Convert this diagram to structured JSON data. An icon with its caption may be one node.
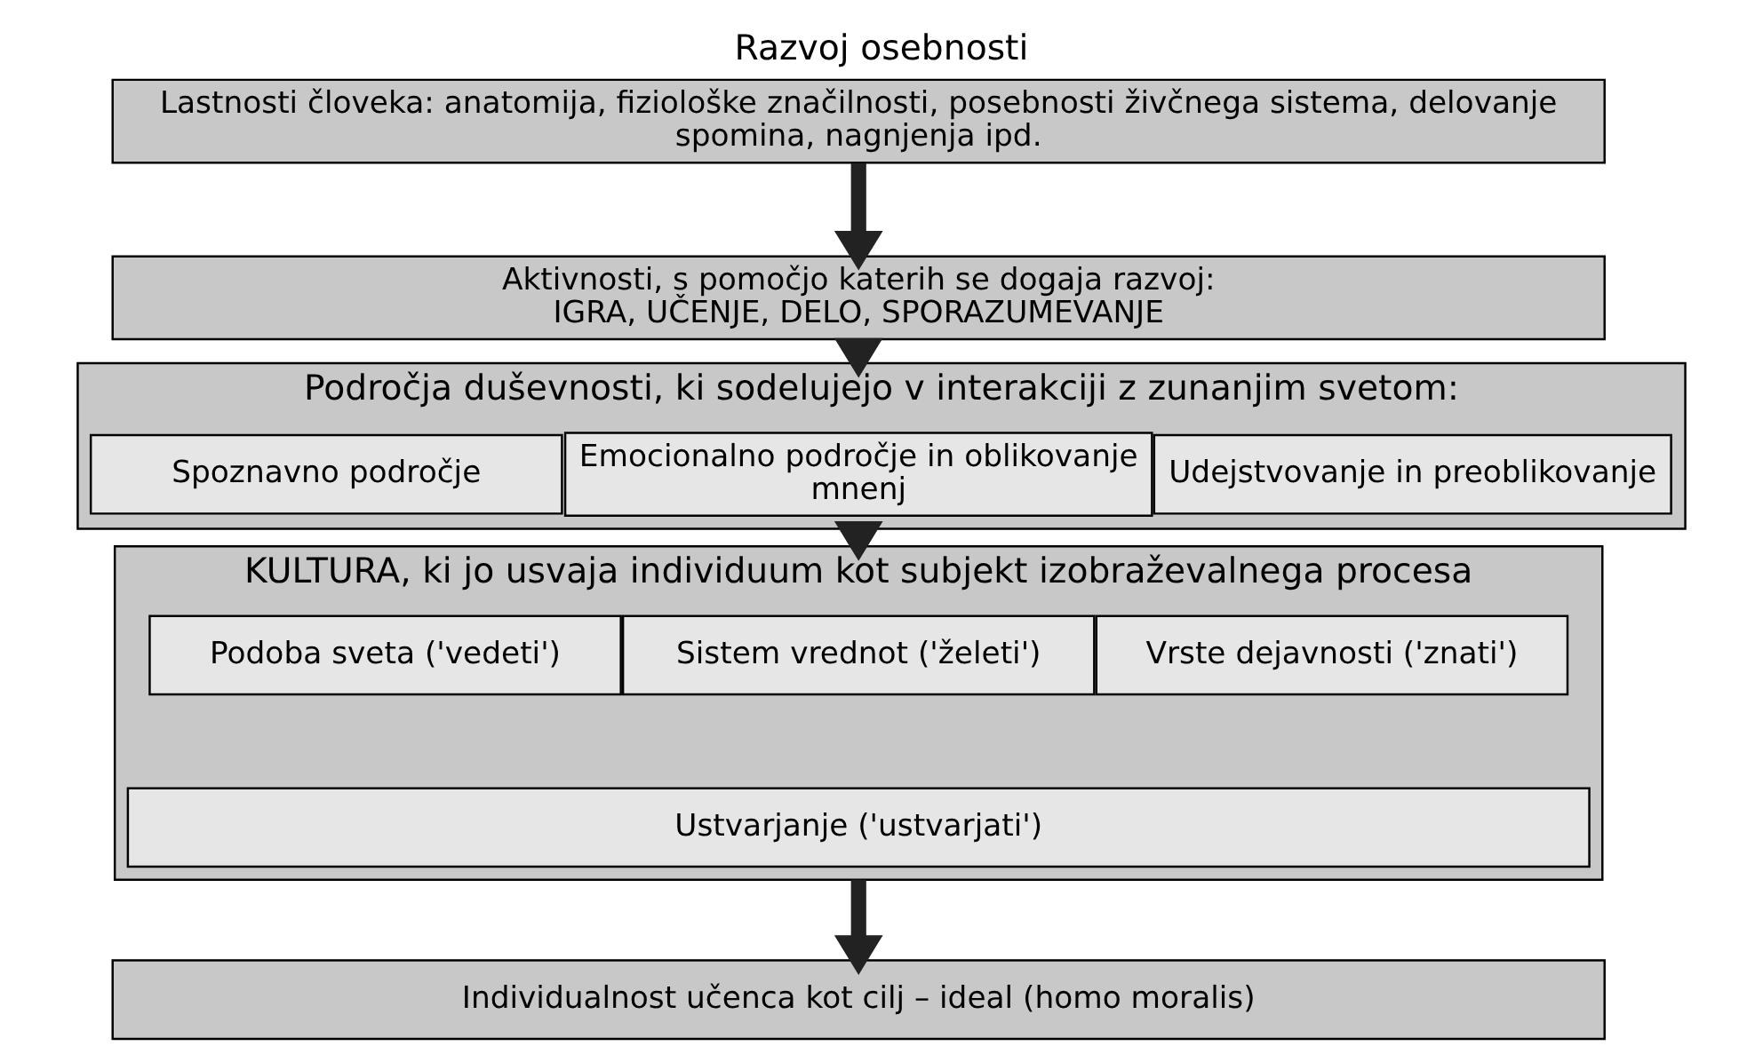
{
  "diagram": {
    "title": "Razvoj osebnosti",
    "nodes": [
      {
        "text": [
          "Lastnosti človeka: anatomija, fiziološke značilnosti, posebnosti živčnega sistema, delovanje spomina, nagnjenja ipd."
        ]
      },
      {
        "text": [
          "Aktivnosti, s pomočjo katerih se dogaja razvoj:",
          "IGRA, UČENJE, DELO, SPORAZUMEVANJE"
        ]
      },
      {
        "text": [
          "Področja duševnosti, ki sodelujejo v interakciji z zunanjim svetom:"
        ]
      },
      {
        "text": [
          "Spoznavno področje"
        ],
        "in": 2
      },
      {
        "text": [
          "Emocionalno področje in oblikovanje mnenj"
        ],
        "in": 2
      },
      {
        "text": [
          "Udejstvovanje in preoblikovanje"
        ],
        "in": 2
      },
      {
        "text": [
          "KULTURA, ki jo usvaja individuum kot subjekt izobraževalnega procesa"
        ]
      },
      {
        "text": [
          "Podoba sveta ('vedeti')"
        ],
        "in": 6
      },
      {
        "text": [
          "Sistem vrednot ('želeti')"
        ],
        "in": 6
      },
      {
        "text": [
          "Vrste dejavnosti ('znati')"
        ],
        "in": 6
      },
      {
        "text": [
          "Ustvarjanje ('ustvarjati')"
        ],
        "in": 6
      },
      {
        "text": [
          "Individualnost učenca kot cilj – ideal (homo moralis)"
        ]
      }
    ],
    "edges": [
      {
        "from": 0,
        "to": 1,
        "arrow": "to"
      },
      {
        "from": 1,
        "to": 2,
        "arrow": "to"
      },
      {
        "from": 2,
        "to": 6,
        "arrow": "to"
      },
      {
        "from": 6,
        "to": 11,
        "arrow": "to"
      }
    ]
  }
}
